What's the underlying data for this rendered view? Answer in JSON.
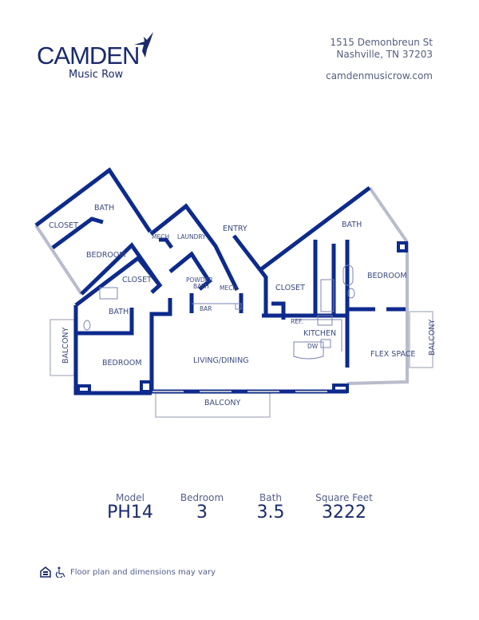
{
  "brand": {
    "name": "CAMDEN",
    "sub": "Music Row"
  },
  "address": {
    "line1": "1515 Demonbreun St",
    "line2": "Nashville, TN 37203",
    "website": "camdenmusicrow.com"
  },
  "rooms": {
    "closet_1": "CLOSET",
    "bath_1": "BATH",
    "bedroom_1": "BEDROOM",
    "mech_1": "MECH",
    "laundry": "LAUNDRY",
    "entry": "ENTRY",
    "closet_2": "CLOSET",
    "powder": "POWDER",
    "powder_bath": "BATH",
    "mech_2": "MECH",
    "bar": "BAR",
    "bath_2": "BATH",
    "balcony_left": "BALCONY",
    "bedroom_2": "BEDROOM",
    "living": "LIVING/DINING",
    "balcony_bottom": "BALCONY",
    "closet_3": "CLOSET",
    "ref": "REF.",
    "kitchen": "KITCHEN",
    "dw": "DW",
    "bath_3": "BATH",
    "bedroom_3": "BEDROOM",
    "flex": "FLEX SPACE",
    "balcony_right": "BALCONY"
  },
  "stats": [
    {
      "label": "Model",
      "value": "PH14"
    },
    {
      "label": "Bedroom",
      "value": "3"
    },
    {
      "label": "Bath",
      "value": "3.5"
    },
    {
      "label": "Square Feet",
      "value": "3222"
    }
  ],
  "footer": {
    "disclaimer": "Floor plan and dimensions may vary",
    "icons": [
      "equal-housing-icon",
      "wheelchair-accessible-icon"
    ]
  },
  "colors": {
    "wall": "#0d2a8c",
    "text": "#3d4a80"
  }
}
